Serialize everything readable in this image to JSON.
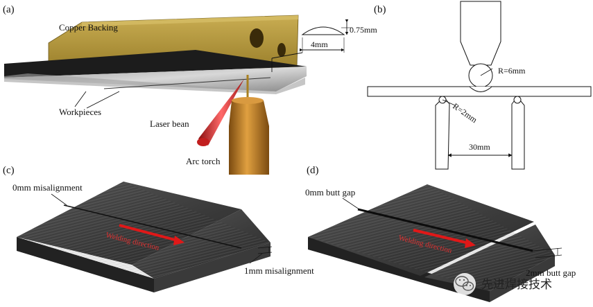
{
  "panels": {
    "a": {
      "letter": "(a)",
      "copper_backing": "Copper Backing",
      "workpieces": "Workpieces",
      "laser": "Laser bean",
      "arc_torch": "Arc torch",
      "bead_height": "0.75mm",
      "bead_width": "4mm"
    },
    "b": {
      "letter": "(b)",
      "punch_radius": "R=6mm",
      "support_radius": "R=2mm",
      "span": "30mm"
    },
    "c": {
      "letter": "(c)",
      "top_label": "0mm misalignment",
      "direction": "Welding direction",
      "end_label": "1mm misalignment"
    },
    "d": {
      "letter": "(d)",
      "top_label": "0mm butt gap",
      "direction": "Welding direction",
      "end_label": "2mm butt gap"
    }
  },
  "watermark": {
    "text": "先进焊接技术",
    "icon": "wechat-logo-icon"
  },
  "colors": {
    "copper": "#b79a3a",
    "workpiece": "#7e7e7e",
    "plate_dark": "#3c3c3c",
    "laser": "#d42a2a",
    "torch": "#c07a20",
    "arrow": "#e01818"
  }
}
